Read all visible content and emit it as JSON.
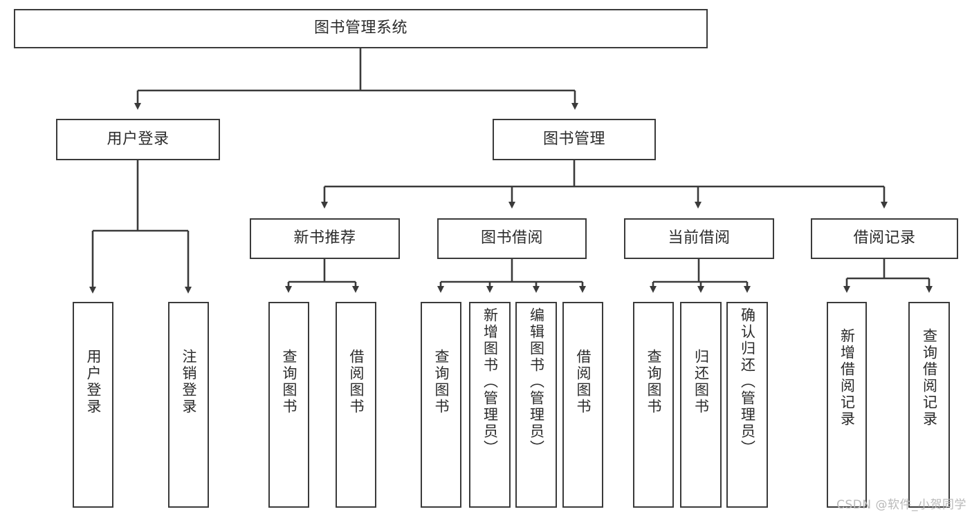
{
  "diagram": {
    "title": "图书管理系统",
    "type": "tree-hierarchy-functional-decomposition",
    "root": {
      "id": "root",
      "label": "图书管理系统"
    },
    "level1": [
      {
        "id": "user-login",
        "label": "用户登录"
      },
      {
        "id": "book-management",
        "label": "图书管理"
      }
    ],
    "level2": [
      {
        "id": "new-book-recommend",
        "label": "新书推荐",
        "parent": "book-management"
      },
      {
        "id": "book-borrow",
        "label": "图书借阅",
        "parent": "book-management"
      },
      {
        "id": "current-borrow",
        "label": "当前借阅",
        "parent": "book-management"
      },
      {
        "id": "borrow-record",
        "label": "借阅记录",
        "parent": "book-management"
      }
    ],
    "leaves": {
      "user-login": [
        {
          "id": "leaf-user-login",
          "label": "用户登录"
        },
        {
          "id": "leaf-user-logout",
          "label": "注销登录"
        }
      ],
      "new-book-recommend": [
        {
          "id": "leaf-query-book-1",
          "label": "查询图书"
        },
        {
          "id": "leaf-borrow-book-1",
          "label": "借阅图书"
        }
      ],
      "book-borrow": [
        {
          "id": "leaf-query-book-2",
          "label": "查询图书"
        },
        {
          "id": "leaf-add-book",
          "label": "新增图书（管理员）"
        },
        {
          "id": "leaf-edit-book",
          "label": "编辑图书（管理员）"
        },
        {
          "id": "leaf-borrow-book-2",
          "label": "借阅图书"
        }
      ],
      "current-borrow": [
        {
          "id": "leaf-query-book-3",
          "label": "查询图书"
        },
        {
          "id": "leaf-return-book",
          "label": "归还图书"
        },
        {
          "id": "leaf-confirm-return",
          "label": "确认归还（管理员）"
        }
      ],
      "borrow-record": [
        {
          "id": "leaf-add-record",
          "label": "新增借阅记录"
        },
        {
          "id": "leaf-query-record",
          "label": "查询借阅记录"
        }
      ]
    },
    "colors": {
      "stroke": "#3a3a3a",
      "fill": "#ffffff",
      "text": "#2b2b2b",
      "watermark": "#b9b9b9"
    },
    "watermark": "CSDN @软件_小贺同学"
  }
}
